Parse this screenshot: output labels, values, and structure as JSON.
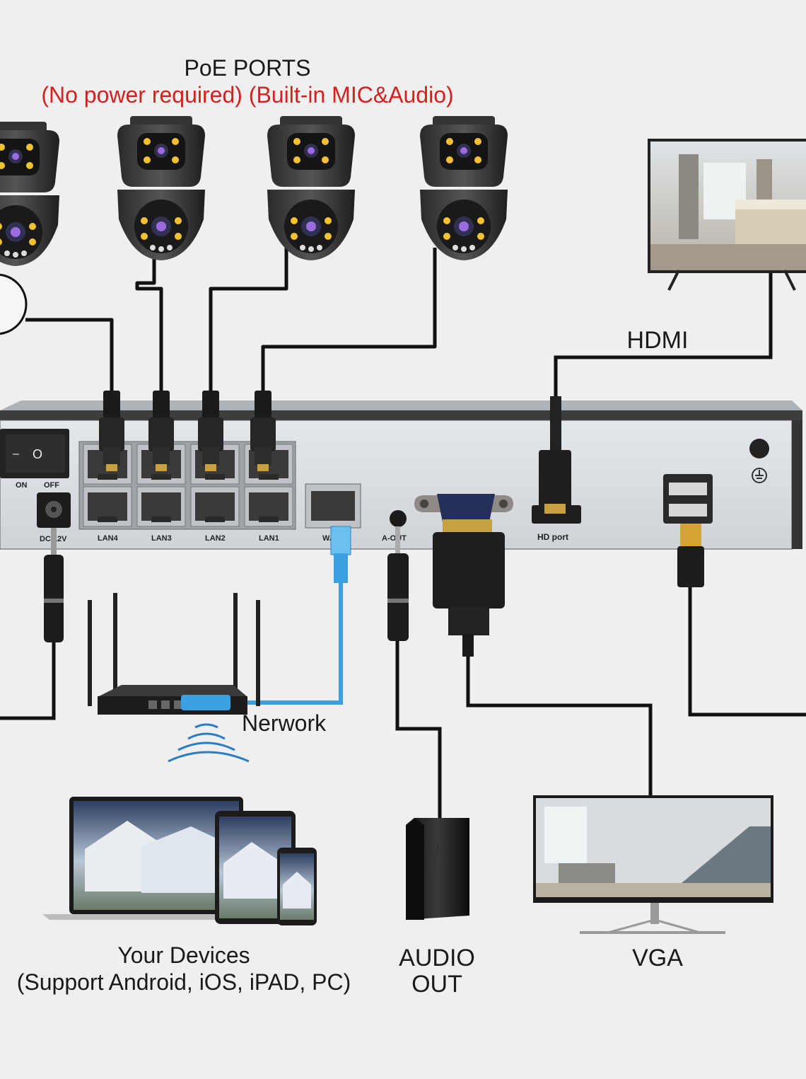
{
  "header": {
    "title": "PoE PORTS",
    "subtitle": "(No power required) (Built-in MIC&Audio)"
  },
  "labels": {
    "hdmi": "HDMI",
    "network": "Nerwork",
    "devices_line1": "Your Devices",
    "devices_line2": "(Support Android, iOS, iPAD, PC)",
    "audio_line1": "AUDIO",
    "audio_line2": "OUT",
    "vga": "VGA"
  },
  "nvr_panel": {
    "switch_on": "ON",
    "switch_off": "OFF",
    "power_port": "DC 12V",
    "lan_ports": [
      "LAN4",
      "LAN3",
      "LAN2",
      "LAN1"
    ],
    "wan_port": "WAN",
    "audio_port": "A-OUT",
    "hd_port": "HD port"
  },
  "icons": {
    "camera": "ptz-dual-lens-camera-icon",
    "router": "wifi-router-icon",
    "speaker": "speaker-icon",
    "tv": "tv-icon",
    "monitor": "monitor-icon",
    "devices": "laptop-tablet-phone-icon"
  },
  "colors": {
    "background": "#efefef",
    "subtitle": "#d62020",
    "cable": "#111111",
    "network_cable": "#3aa0e0",
    "panel": "#d9dde2"
  }
}
